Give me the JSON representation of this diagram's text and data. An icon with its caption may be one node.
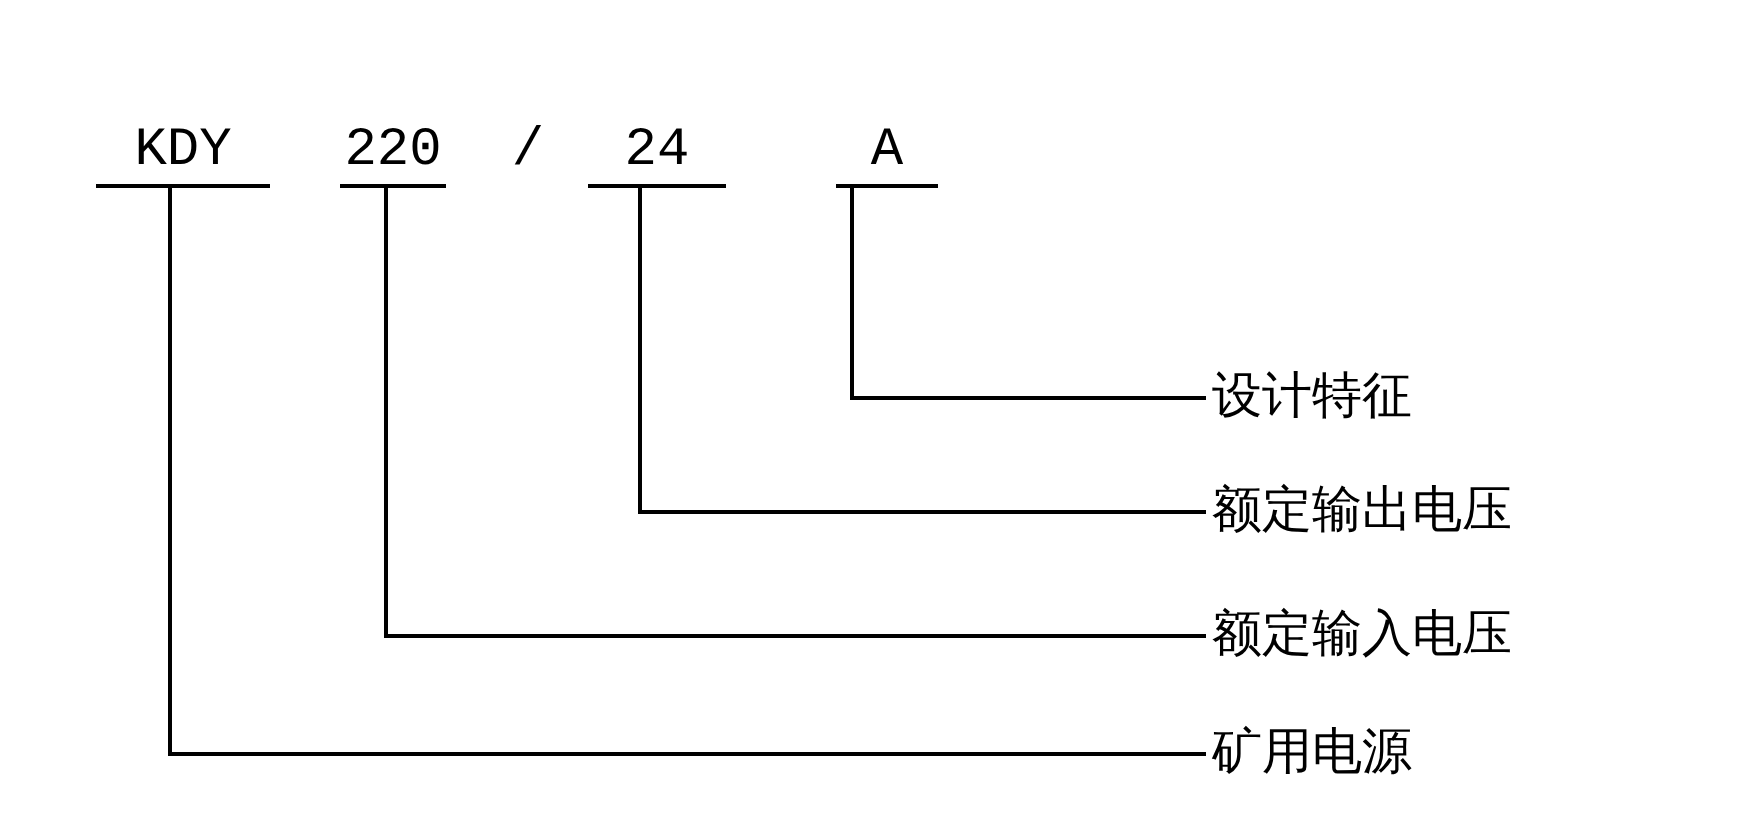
{
  "diagram": {
    "nodes": [
      {
        "text": [
          "KDY"
        ]
      },
      {
        "text": [
          "220"
        ]
      },
      {
        "text": [
          "24"
        ]
      },
      {
        "text": [
          "A"
        ]
      },
      {
        "text": [
          "设计特征"
        ]
      },
      {
        "text": [
          "额定输出电压"
        ]
      },
      {
        "text": [
          "额定输入电压"
        ]
      },
      {
        "text": [
          "矿用电源"
        ]
      }
    ],
    "edges": [
      {
        "from": 3,
        "to": 4,
        "arrow": "none"
      },
      {
        "from": 2,
        "to": 5,
        "arrow": "none"
      },
      {
        "from": 1,
        "to": 6,
        "arrow": "none"
      },
      {
        "from": 0,
        "to": 7,
        "arrow": "none"
      }
    ],
    "labels": [
      "/"
    ]
  }
}
